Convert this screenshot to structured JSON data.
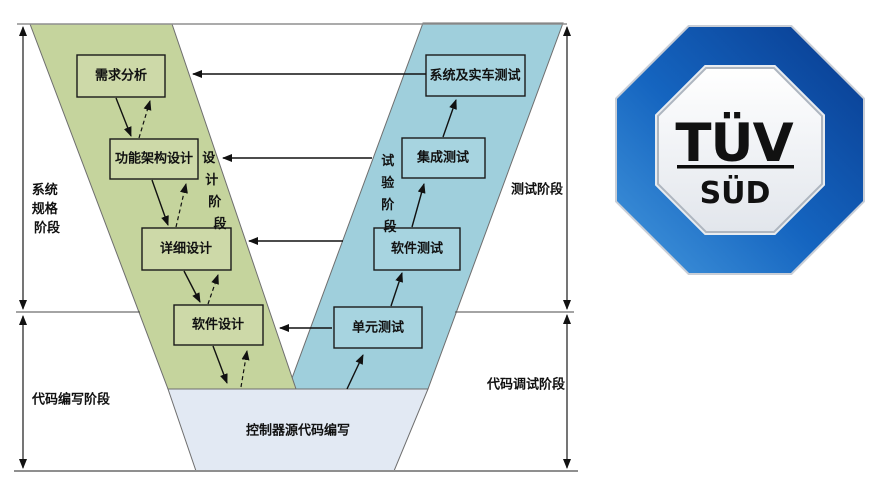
{
  "diagram": {
    "boxes": {
      "requirements": "需求分析",
      "functional_architecture": "功能架构设计",
      "detailed_design": "详细设计",
      "software_design": "软件设计",
      "system_vehicle_test": "系统及实车测试",
      "integration_test": "集成测试",
      "software_test": "软件测试",
      "unit_test": "单元测试",
      "source_code": "控制器源代码编写"
    },
    "phases": {
      "system_spec_lines": [
        "系统",
        "规格",
        "阶段"
      ],
      "code_writing": "代码编写阶段",
      "design_chars": [
        "设",
        "计",
        "阶",
        "段"
      ],
      "experiment_chars": [
        "试",
        "验",
        "阶",
        "段"
      ],
      "testing": "测试阶段",
      "code_debug": "代码调试阶段"
    },
    "colors": {
      "left_arm": "#c5d49d",
      "left_box": "#cdd9a8",
      "right_arm": "#9fcfdc",
      "right_box": "#a7d4e0",
      "bottom_trapezoid": "#e2e9f3",
      "logo_blue_light": "#4598dd",
      "logo_blue_dark": "#083a8e"
    }
  },
  "logo": {
    "primary": "TÜV",
    "secondary": "SÜD"
  }
}
